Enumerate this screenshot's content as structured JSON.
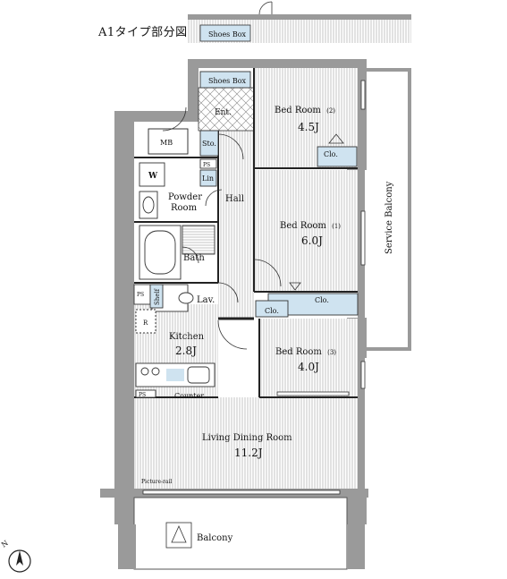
{
  "title": "A1タイプ部分図",
  "labels": {
    "shoes_box_top": "Shoes Box",
    "shoes_box_entry": "Shoes Box",
    "ent": "Ent.",
    "mb": "MB",
    "sto": "Sto.",
    "ps_1": "PS",
    "lin": "Lin",
    "w": "W",
    "powder_room_1": "Powder",
    "powder_room_2": "Room",
    "hall": "Hall",
    "bath": "Bath",
    "ps_2": "PS",
    "shelf": "Shelf",
    "lav": "Lav.",
    "kitchen": "Kitchen",
    "kitchen_area": "2.8J",
    "r_mark": "R",
    "ps_3": "PS",
    "counter": "Counter",
    "bed1_name": "Bed Room",
    "bed1_num": "(2)",
    "bed1_area": "4.5J",
    "bed2_name": "Bed Room",
    "bed2_num": "(1)",
    "bed2_area": "6.0J",
    "bed3_name": "Bed Room",
    "bed3_num": "(3)",
    "bed3_area": "4.0J",
    "clo_1": "Clo.",
    "clo_2": "Clo.",
    "clo_3": "Clo.",
    "service_balcony": "Service Balcony",
    "living_name": "Living Dining Room",
    "living_area": "11.2J",
    "picture_rail": "Picture-rail",
    "balcony": "Balcony",
    "north": "N"
  },
  "colors": {
    "wall": "#9a9a9a",
    "floor_hatch": "#b5b5b5",
    "closet": "#cfe3f0",
    "line": "#222222"
  }
}
